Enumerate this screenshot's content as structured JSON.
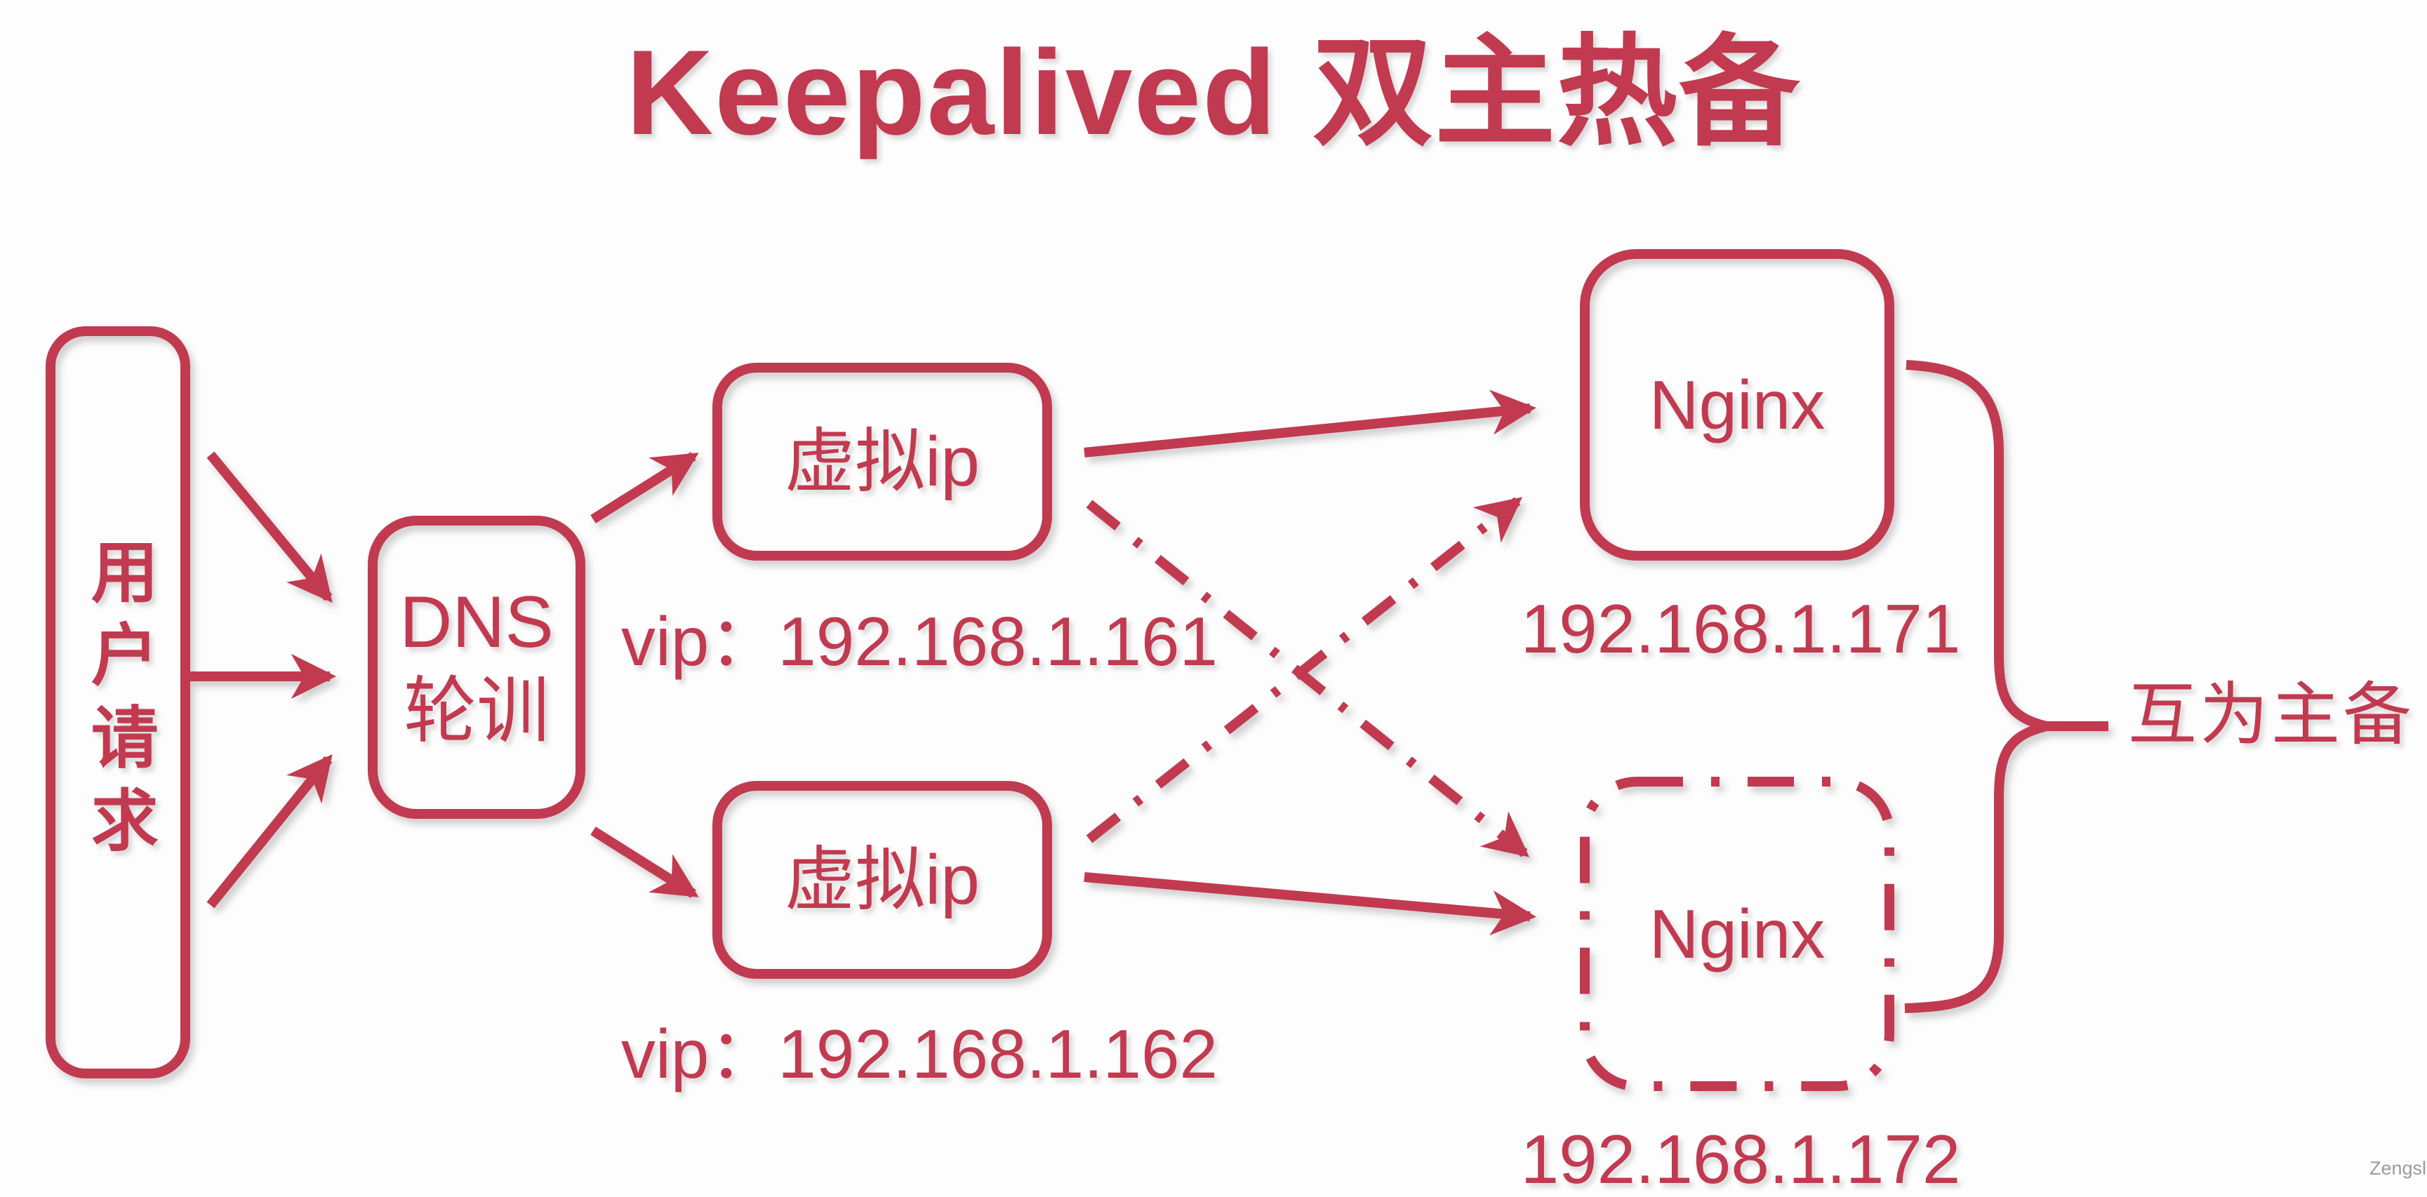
{
  "colors": {
    "accent": "#c13a50",
    "background": "#fdfdfd",
    "watermark": "#9b9b9b"
  },
  "title": "Keepalived 双主热备",
  "nodes": {
    "user_request": {
      "label": "用户请求"
    },
    "dns": {
      "line1": "DNS",
      "line2": "轮训"
    },
    "vip_top": {
      "label": "虚拟ip",
      "caption": "vip：192.168.1.161"
    },
    "vip_bottom": {
      "label": "虚拟ip",
      "caption": "vip：192.168.1.162"
    },
    "nginx_top": {
      "label": "Nginx",
      "caption": "192.168.1.171",
      "border": "solid"
    },
    "nginx_bottom": {
      "label": "Nginx",
      "caption": "192.168.1.172",
      "border": "dash-dot"
    }
  },
  "brace": {
    "label": "互为主备"
  },
  "watermark": "Zengsl",
  "edges": [
    {
      "from": "user_request",
      "to": "dns",
      "style": "solid-arrow"
    },
    {
      "from": "user_request",
      "to": "dns",
      "style": "solid-arrow"
    },
    {
      "from": "user_request",
      "to": "dns",
      "style": "solid-arrow"
    },
    {
      "from": "dns",
      "to": "vip_top",
      "style": "solid-arrow"
    },
    {
      "from": "dns",
      "to": "vip_bottom",
      "style": "solid-arrow"
    },
    {
      "from": "vip_top",
      "to": "nginx_top",
      "style": "solid-arrow"
    },
    {
      "from": "vip_top",
      "to": "nginx_bottom",
      "style": "dash-dot-arrow"
    },
    {
      "from": "vip_bottom",
      "to": "nginx_top",
      "style": "dash-dot-arrow"
    },
    {
      "from": "vip_bottom",
      "to": "nginx_bottom",
      "style": "solid-arrow"
    },
    {
      "from": "nginx_top",
      "to": "nginx_bottom",
      "style": "brace",
      "label": "互为主备"
    }
  ]
}
